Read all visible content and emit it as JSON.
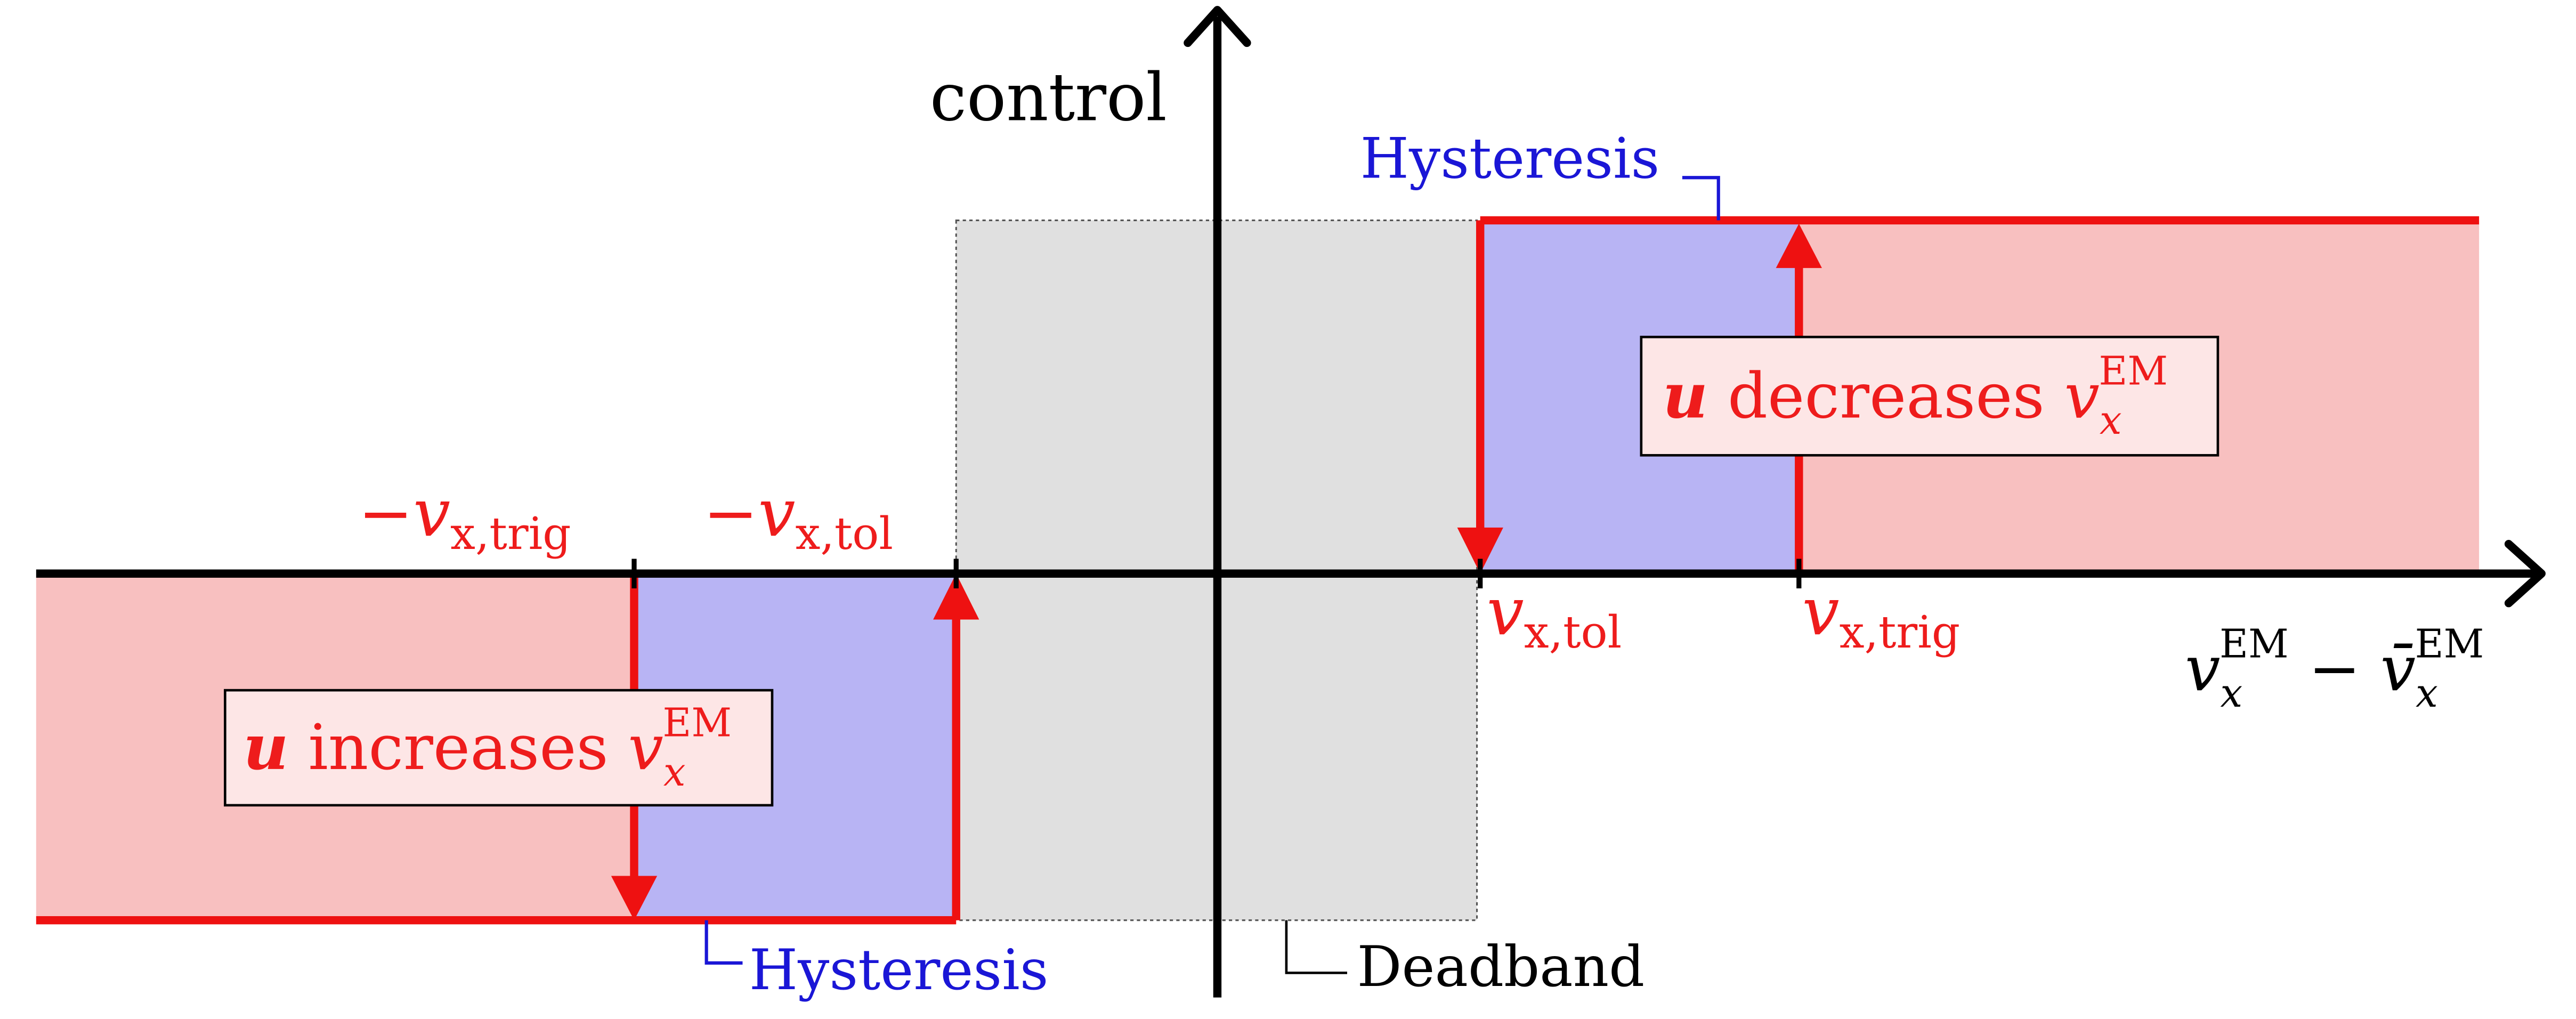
{
  "colors": {
    "axis": "#000000",
    "control_line": "#ee1111",
    "saturation_fill": "#f8c0c0",
    "hysteresis_fill": "#b8b4f4",
    "deadband_fill": "#e0e0e0",
    "hysteresis_text": "#1a16d6",
    "annotation_box_fill": "#fde6e6"
  },
  "axes": {
    "y_label": "control",
    "x_label": {
      "left_var": "v",
      "left_sub": "x",
      "left_sup": "EM",
      "minus": "−",
      "right_var": "v̄",
      "right_sub": "x",
      "right_sup": "EM"
    }
  },
  "thresholds": {
    "neg_trig": {
      "sign": "−",
      "var": "v",
      "sub": "x,trig"
    },
    "neg_tol": {
      "sign": "−",
      "var": "v",
      "sub": "x,tol"
    },
    "pos_tol": {
      "var": "v",
      "sub": "x,tol"
    },
    "pos_trig": {
      "var": "v",
      "sub": "x,trig"
    }
  },
  "regions": {
    "hysteresis_top_label": "Hysteresis",
    "hysteresis_bottom_label": "Hysteresis",
    "deadband_label": "Deadband"
  },
  "annotations": {
    "increase": {
      "symbol": "u",
      "text": "increases",
      "var": "v",
      "sub": "x",
      "sup": "EM"
    },
    "decrease": {
      "symbol": "u",
      "text": "decreases",
      "var": "v",
      "sub": "x",
      "sup": "EM"
    }
  }
}
